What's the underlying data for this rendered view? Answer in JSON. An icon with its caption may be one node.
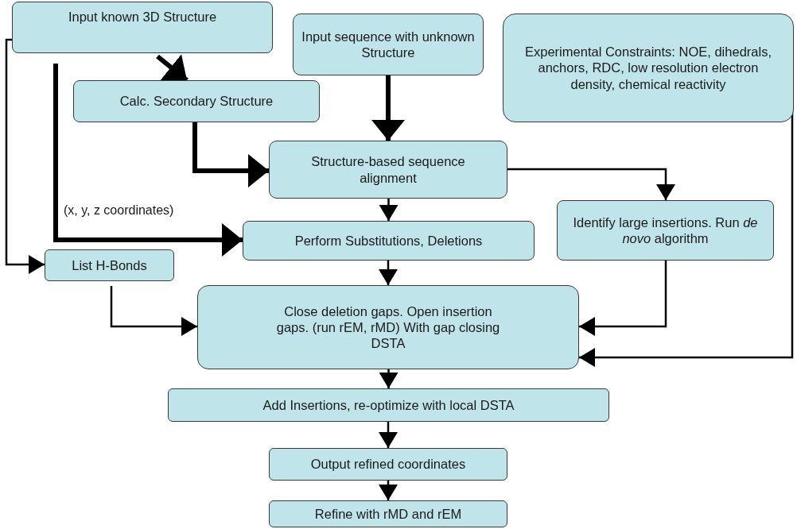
{
  "diagram": {
    "nodes": [
      {
        "text": [
          "Input known 3D Structure"
        ]
      },
      {
        "text": [
          "Input sequence with unknown Structure"
        ]
      },
      {
        "text": [
          "Experimental Constraints: NOE, dihedrals, anchors, RDC, low resolution electron density, chemical reactivity"
        ]
      },
      {
        "text": [
          "Calc. Secondary Structure"
        ]
      },
      {
        "text": [
          "Structure-based sequence alignment"
        ]
      },
      {
        "text": [
          "Identify large insertions. Run *de novo* algorithm"
        ]
      },
      {
        "text": [
          "Perform Substitutions, Deletions"
        ]
      },
      {
        "text": [
          "List H-Bonds"
        ]
      },
      {
        "text": [
          "Close deletion gaps. Open insertion gaps. (run rEM, rMD) With gap closing DSTA"
        ]
      },
      {
        "text": [
          "Add Insertions, re-optimize with local DSTA"
        ]
      },
      {
        "text": [
          "Output refined coordinates"
        ]
      },
      {
        "text": [
          "Refine with rMD and rEM"
        ]
      }
    ],
    "edges": [
      {
        "from": 0,
        "to": 3,
        "arrow": "to",
        "style": "thick"
      },
      {
        "from": 1,
        "to": 4,
        "arrow": "to",
        "style": "thick"
      },
      {
        "from": 3,
        "to": 4,
        "arrow": "to",
        "style": "thick"
      },
      {
        "from": 0,
        "to": 6,
        "arrow": "to",
        "style": "thick",
        "label": "(x, y, z coordinates)"
      },
      {
        "from": 0,
        "to": 7,
        "arrow": "to"
      },
      {
        "from": 4,
        "to": 5,
        "arrow": "to"
      },
      {
        "from": 4,
        "to": 6,
        "arrow": "to"
      },
      {
        "from": 6,
        "to": 8,
        "arrow": "to"
      },
      {
        "from": 7,
        "to": 8,
        "arrow": "to"
      },
      {
        "from": 5,
        "to": 8,
        "arrow": "to"
      },
      {
        "from": 2,
        "to": 8,
        "arrow": "to"
      },
      {
        "from": 8,
        "to": 9,
        "arrow": "to"
      },
      {
        "from": 9,
        "to": 10,
        "arrow": "to"
      },
      {
        "from": 10,
        "to": 11,
        "arrow": "to"
      }
    ]
  }
}
